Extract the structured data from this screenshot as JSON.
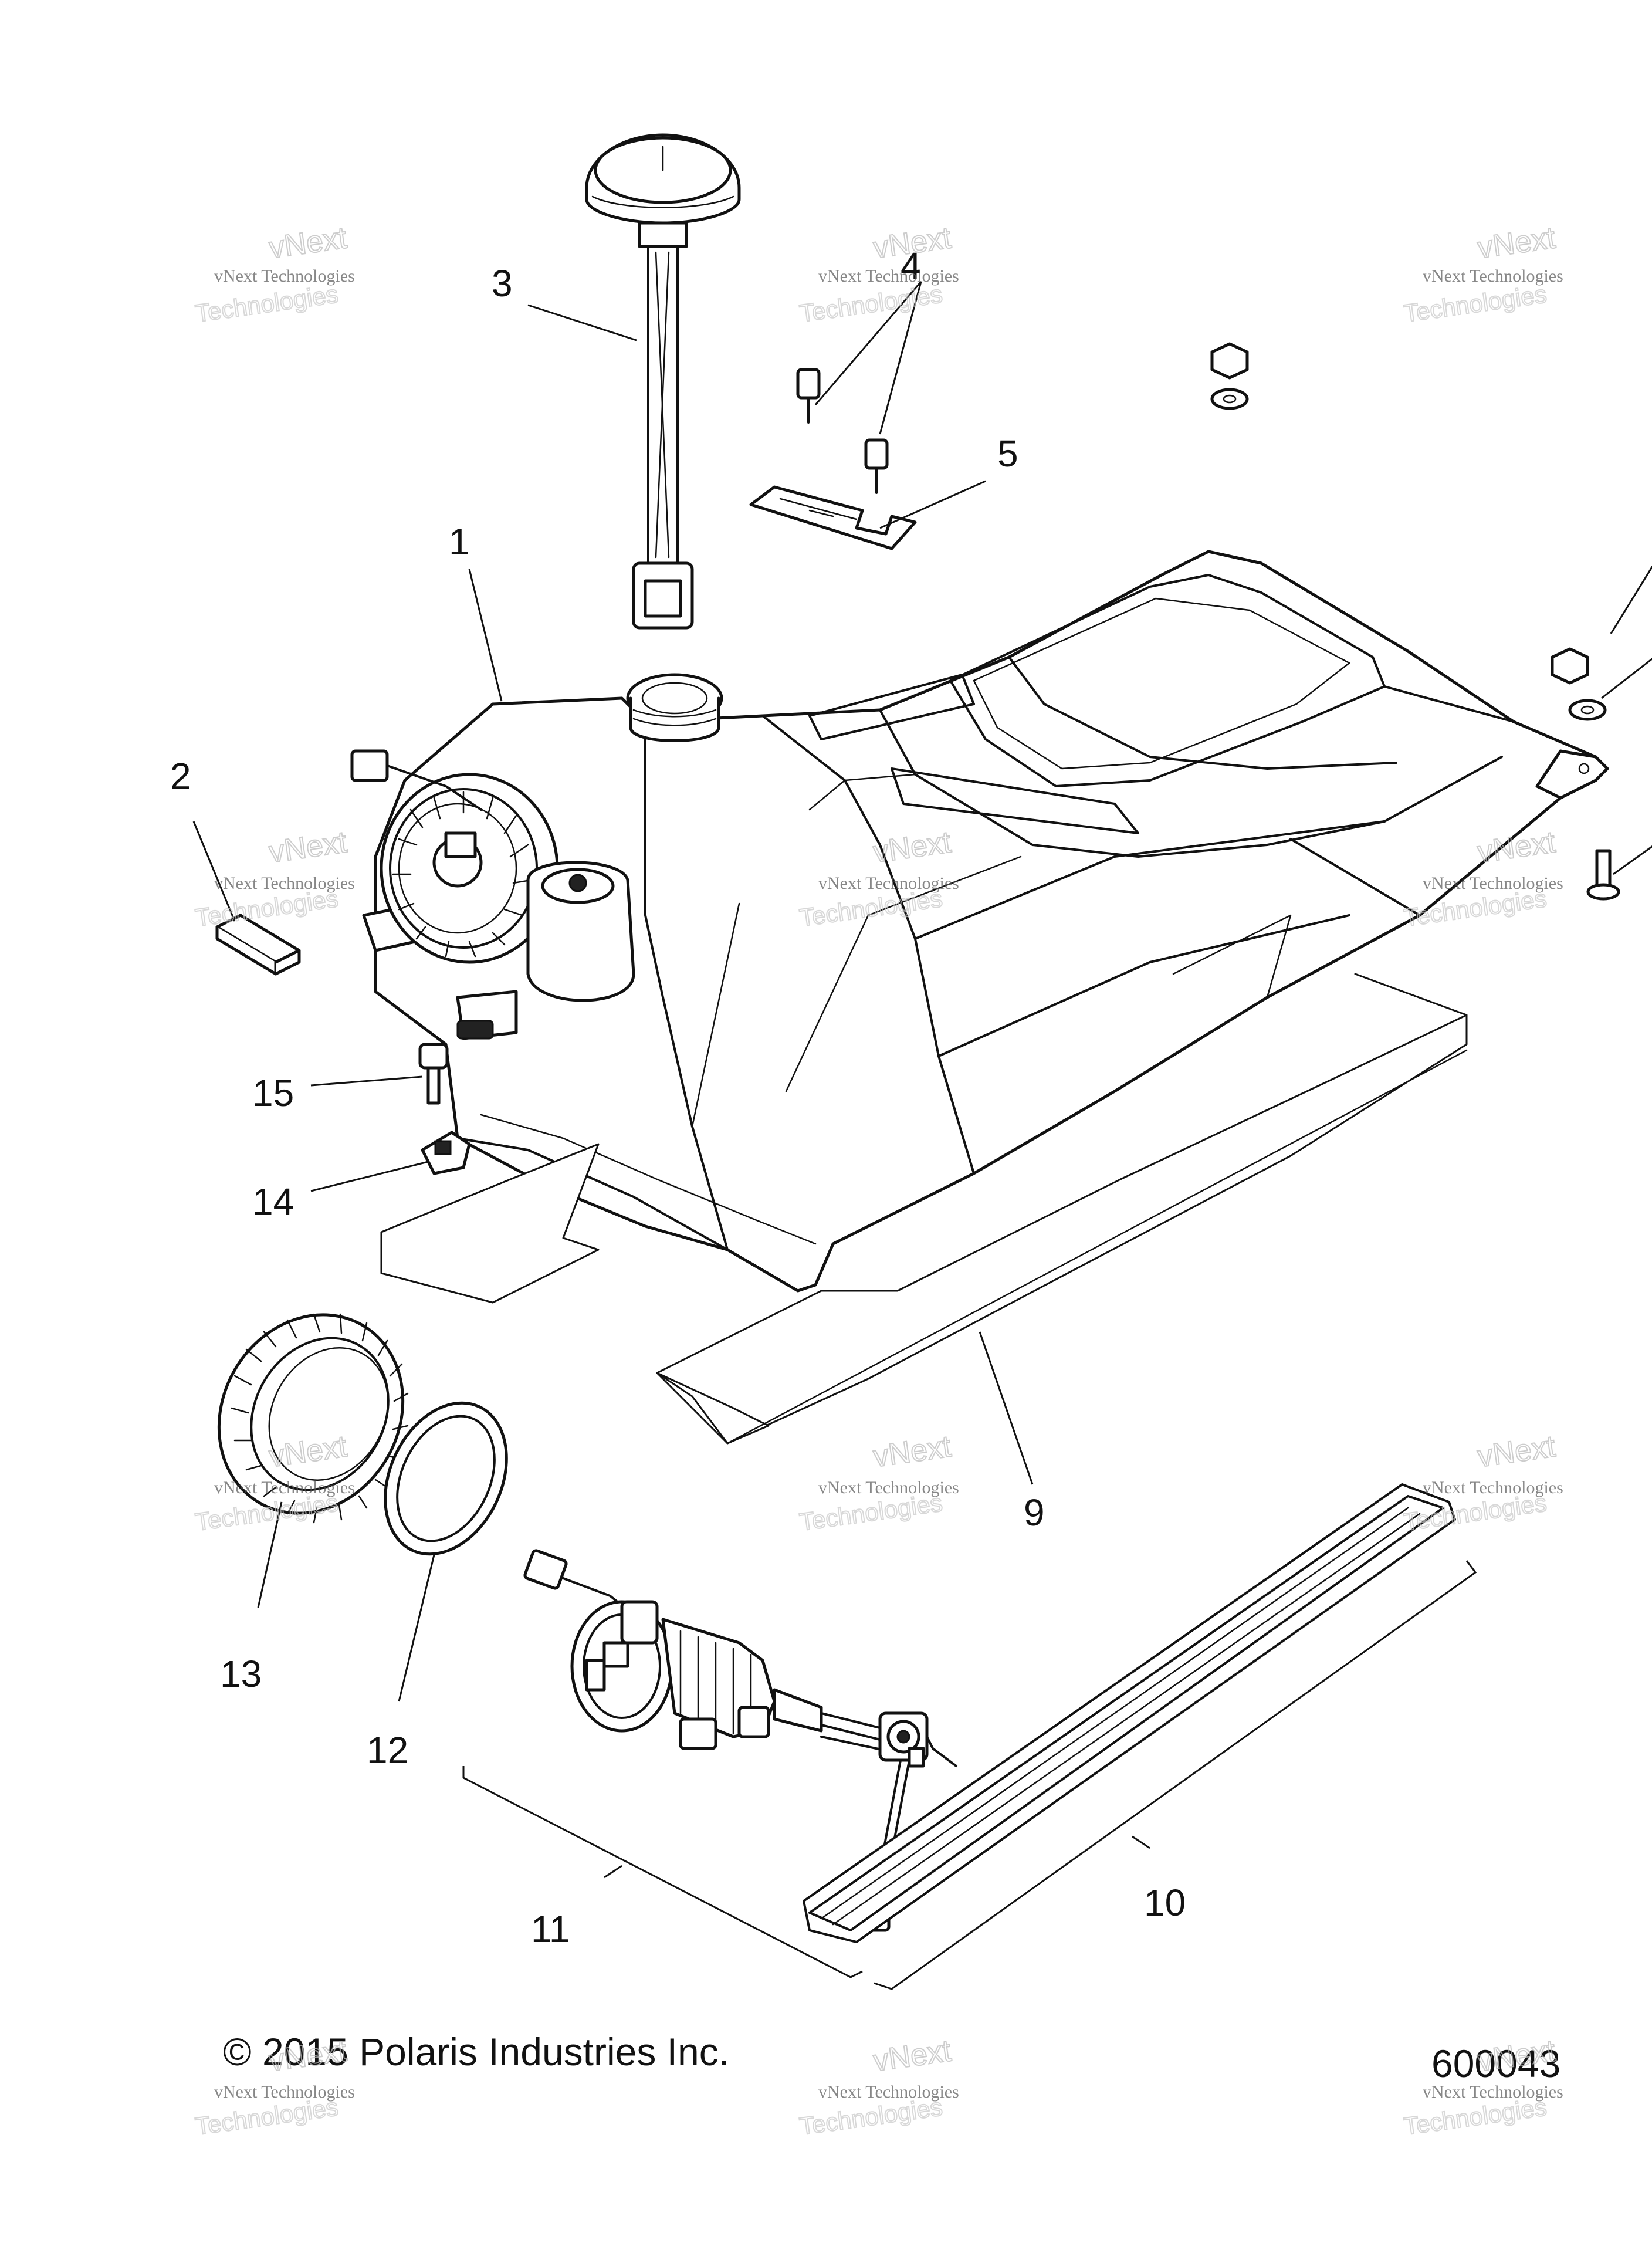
{
  "diagram": {
    "callouts": [
      "1",
      "2",
      "3",
      "4",
      "5",
      "9",
      "10",
      "11",
      "12",
      "13",
      "14",
      "15"
    ],
    "copyright": "© 2015 Polaris Industries Inc.",
    "figure_number": "600043",
    "watermark": {
      "line1": "vNext Technologies",
      "line2": "vNext",
      "line3": "Technologies"
    }
  }
}
